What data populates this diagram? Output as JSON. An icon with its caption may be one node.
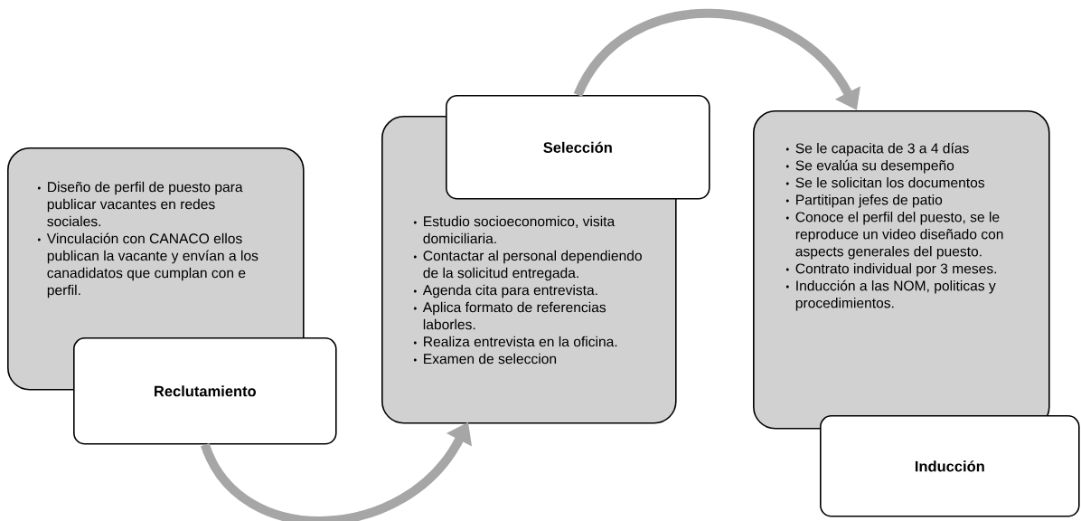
{
  "diagram": {
    "nodes": [
      {
        "text": [
          "Diseño de perfil de puesto para publicar vacantes en redes sociales.",
          "Vinculación con CANACO ellos publican la vacante y envían a los canadidatos que cumplan con e perfil."
        ]
      },
      {
        "text": [
          "Reclutamiento"
        ]
      },
      {
        "text": [
          "Selección"
        ]
      },
      {
        "text": [
          "Estudio socioeconomico, visita domiciliaria.",
          "Contactar al personal dependiendo de la solicitud entregada.",
          "Agenda cita para entrevista.",
          "Aplica formato de referencias laborles.",
          "Realiza entrevista en la oficina.",
          "Examen de seleccion"
        ]
      },
      {
        "text": [
          "Se le capacita de 3 a  4 días",
          "Se evalúa su desempeño",
          "Se le solicitan los documentos",
          "Partitipan jefes de patio",
          "Conoce el perfil del puesto, se le reproduce un video diseñado con aspects generales del puesto.",
          "Contrato individual por 3 meses.",
          "Inducción a las NOM, politicas y procedimientos."
        ]
      },
      {
        "text": [
          "Inducción"
        ]
      }
    ],
    "edges": [
      {
        "from": 1,
        "to": 3,
        "arrow": "to"
      },
      {
        "from": 2,
        "to": 4,
        "arrow": "to"
      }
    ]
  }
}
